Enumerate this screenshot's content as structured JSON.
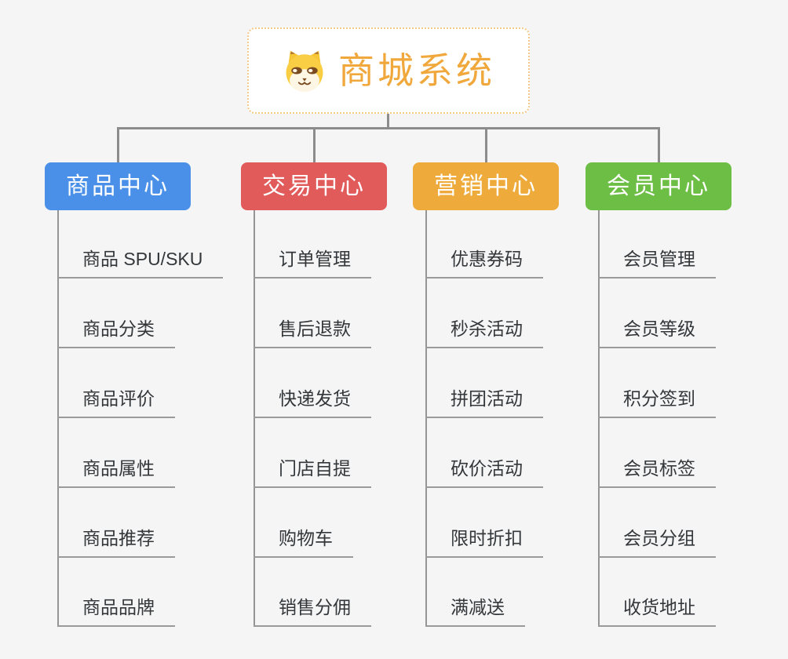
{
  "page": {
    "background_color": "#f5f5f6"
  },
  "root": {
    "title": "商城系统",
    "icon": "shiba-dog-icon",
    "title_color": "#f0a83c",
    "border_color": "#f3c985",
    "background_color": "#ffffff"
  },
  "lines": {
    "connector_color": "#8c8c8c",
    "trunk_color": "#959595",
    "underline_color": "#9a9a9a"
  },
  "leaf_text_color": "#33373a",
  "branches": [
    {
      "label": "商品中心",
      "color": "#4a90e8",
      "children": [
        "商品 SPU/SKU",
        "商品分类",
        "商品评价",
        "商品属性",
        "商品推荐",
        "商品品牌"
      ]
    },
    {
      "label": "交易中心",
      "color": "#e25b5b",
      "children": [
        "订单管理",
        "售后退款",
        "快递发货",
        "门店自提",
        "购物车",
        "销售分佣"
      ]
    },
    {
      "label": "营销中心",
      "color": "#eeab3c",
      "children": [
        "优惠券码",
        "秒杀活动",
        "拼团活动",
        "砍价活动",
        "限时折扣",
        "满减送"
      ]
    },
    {
      "label": "会员中心",
      "color": "#6dbe44",
      "children": [
        "会员管理",
        "会员等级",
        "积分签到",
        "会员标签",
        "会员分组",
        "收货地址"
      ]
    }
  ]
}
